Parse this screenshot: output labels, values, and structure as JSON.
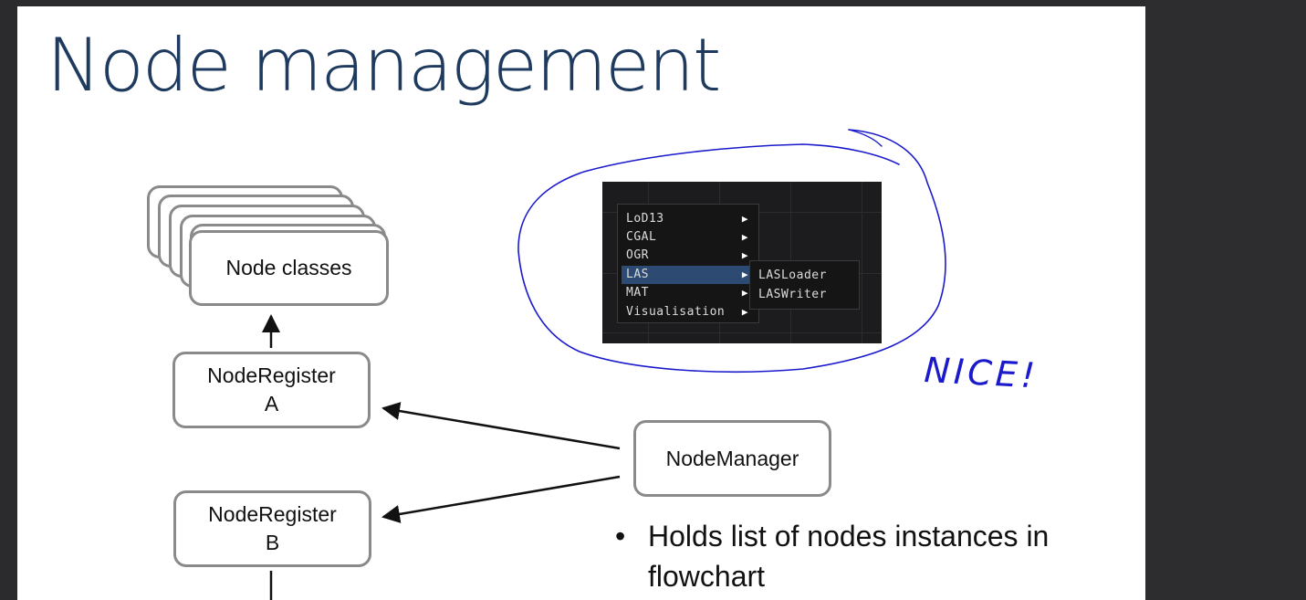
{
  "slide": {
    "title": "Node management"
  },
  "diagram": {
    "node_classes": "Node classes",
    "register_a": {
      "line1": "NodeRegister",
      "line2": "A"
    },
    "register_b": {
      "line1": "NodeRegister",
      "line2": "B"
    },
    "manager": "NodeManager"
  },
  "menu": {
    "items": [
      {
        "label": "LoD13",
        "highlighted": false
      },
      {
        "label": "CGAL",
        "highlighted": false
      },
      {
        "label": "OGR",
        "highlighted": false
      },
      {
        "label": "LAS",
        "highlighted": true
      },
      {
        "label": "MAT",
        "highlighted": false
      },
      {
        "label": "Visualisation",
        "highlighted": false
      }
    ],
    "submenu": [
      "LASLoader",
      "LASWriter"
    ],
    "arrow_glyph": "▶"
  },
  "annotation": {
    "text": "NICE!",
    "color": "#1a1acc"
  },
  "bullets": [
    "Holds list of nodes instances in flowchart"
  ],
  "colors": {
    "title": "#1f3a5f",
    "box_border": "#8a8a8a",
    "menu_highlight": "#2c4a72"
  }
}
